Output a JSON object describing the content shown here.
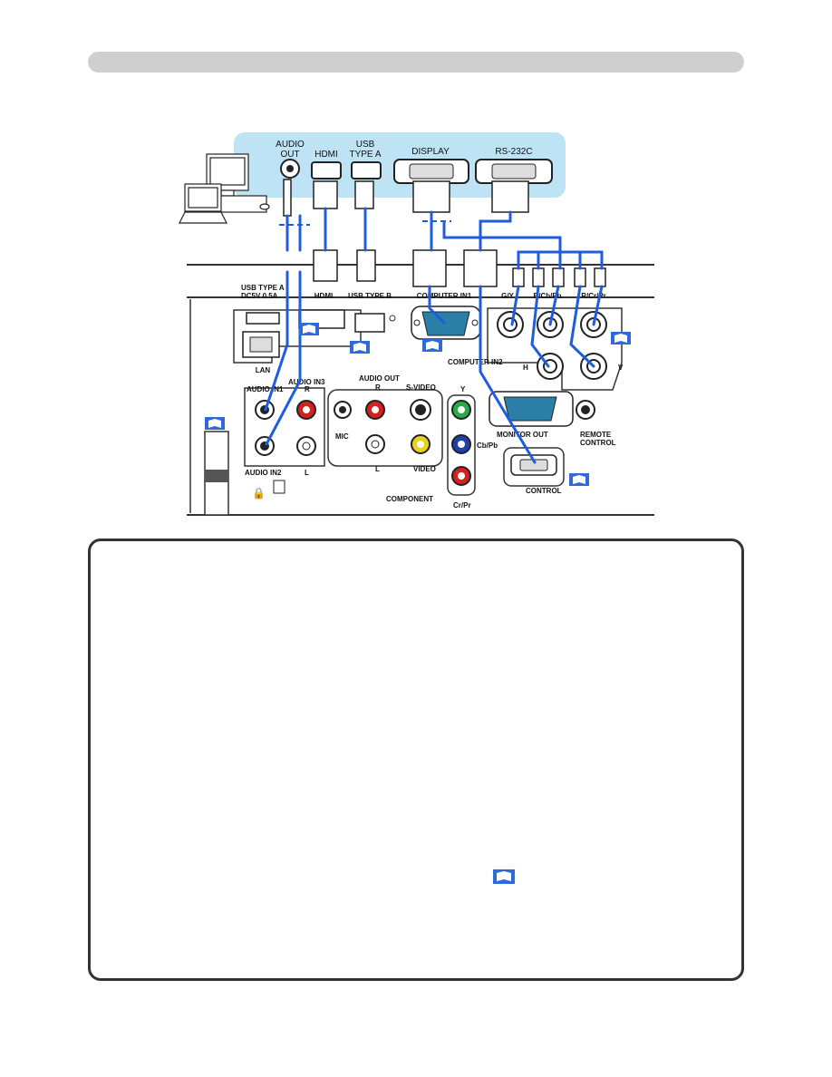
{
  "page": {
    "accent_color": "#2f6bd8",
    "cable_color": "#1f5de0",
    "computer_panel_color": "#bde3f5"
  },
  "computer_ports": {
    "audio_out": "AUDIO\nOUT",
    "hdmi": "HDMI",
    "usb_type_a": "USB\nTYPE A",
    "display": "DISPLAY",
    "rs232c": "RS-232C"
  },
  "projector_ports": {
    "usb_type_a": "USB TYPE A",
    "usb_power": "DC5V 0.5A",
    "hdmi": "HDMI",
    "usb_type_b": "USB TYPE B",
    "computer_in1": "COMPUTER IN1",
    "g_y": "G/Y",
    "b_cb_pb": "B/Cb/Pb",
    "r_cr_pr": "R/Cr/Pr",
    "lan": "LAN",
    "computer_in2": "COMPUTER IN2",
    "h": "H",
    "v": "V",
    "audio_in1": "AUDIO IN1",
    "audio_in2": "AUDIO IN2",
    "audio_in3": "AUDIO IN3",
    "audio_in3_r": "R",
    "audio_in3_l": "L",
    "audio_out": "AUDIO OUT",
    "audio_out_r": "R",
    "audio_out_l": "L",
    "mic": "MIC",
    "s_video": "S-VIDEO",
    "video": "VIDEO",
    "y": "Y",
    "cb_pb": "Cb/Pb",
    "cr_pr": "Cr/Pr",
    "component": "COMPONENT",
    "monitor_out": "MONITOR OUT",
    "remote_control": "REMOTE\nCONTROL",
    "control": "CONTROL"
  },
  "icons": {
    "manual_reference": "book-icon"
  }
}
